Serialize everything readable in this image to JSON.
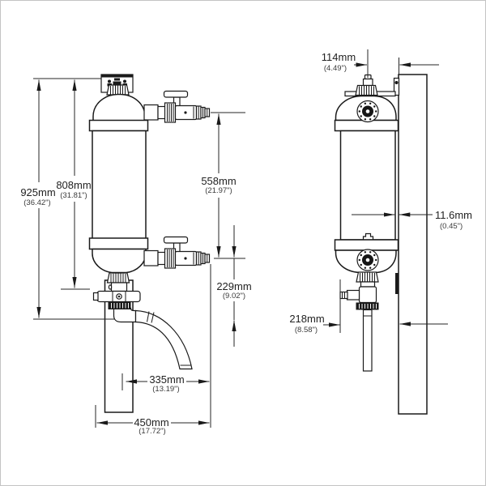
{
  "diagram_type": "technical dimension drawing, two orthographic views of a wall-mounted inline UV filter unit",
  "colors": {
    "line": "#1a1a1a",
    "background": "#ffffff",
    "border": "#c4c4c4"
  },
  "dims": {
    "overall_height": {
      "mm": "925mm",
      "in": "(36.42\")"
    },
    "body_height": {
      "mm": "808mm",
      "in": "(31.81\")"
    },
    "port_height": {
      "mm": "558mm",
      "in": "(21.97\")"
    },
    "drain_drop": {
      "mm": "229mm",
      "in": "(9.02\")"
    },
    "center_reach": {
      "mm": "335mm",
      "in": "(13.19\")"
    },
    "overall_width": {
      "mm": "450mm",
      "in": "(17.72\")"
    },
    "wall_offset": {
      "mm": "114mm",
      "in": "(4.49\")"
    },
    "wall_gap": {
      "mm": "11.6mm",
      "in": "(0.45\")"
    },
    "drain_reach": {
      "mm": "218mm",
      "in": "(8.58\")"
    }
  }
}
